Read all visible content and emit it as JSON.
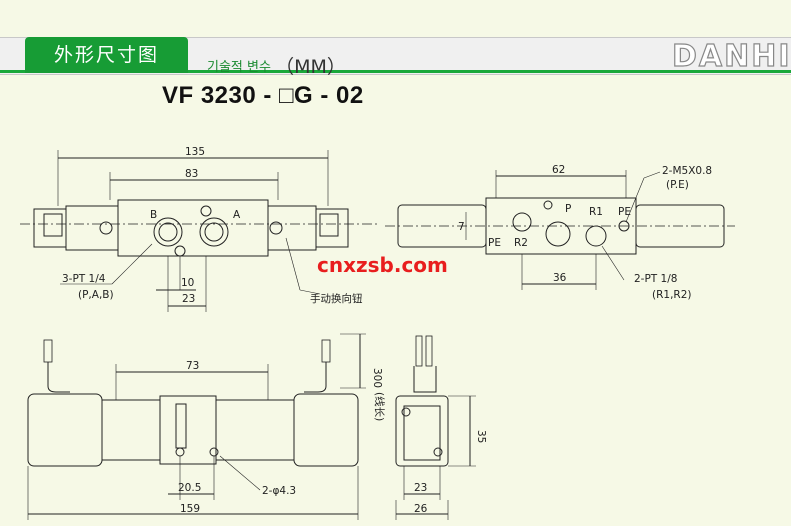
{
  "header": {
    "title": "外形尺寸图",
    "subtitle": "기술적 변수",
    "unit": "（MM）",
    "brand": "DANHI"
  },
  "model": "VF 3230 - □G - 02",
  "watermark": "cnxzsb.com",
  "top_view": {
    "dims": [
      "135",
      "83",
      "10",
      "23"
    ],
    "port_labels": [
      "B",
      "A"
    ],
    "callout_port": "3-PT 1/4",
    "callout_port_sub": "(P,A,B)",
    "callout_manual": "手动换向钮"
  },
  "bottom_view": {
    "dims": [
      "62",
      "7",
      "36"
    ],
    "port_labels": [
      "P",
      "R1",
      "PE",
      "R2",
      "PE"
    ],
    "callout_thread": "2-M5X0.8",
    "callout_thread_sub": "(P.E)",
    "callout_exhaust": "2-PT 1/8",
    "callout_exhaust_sub": "(R1,R2)"
  },
  "side_view": {
    "dims": [
      "73",
      "300",
      "20.5",
      "159"
    ],
    "wire_note": "(线长)",
    "hole_callout": "2-φ4.3"
  },
  "end_view": {
    "dims": [
      "35",
      "23",
      "26"
    ]
  },
  "colors": {
    "background": "#f6f9e6",
    "accent_green": "#179c35",
    "watermark_red": "#e81e1e"
  }
}
